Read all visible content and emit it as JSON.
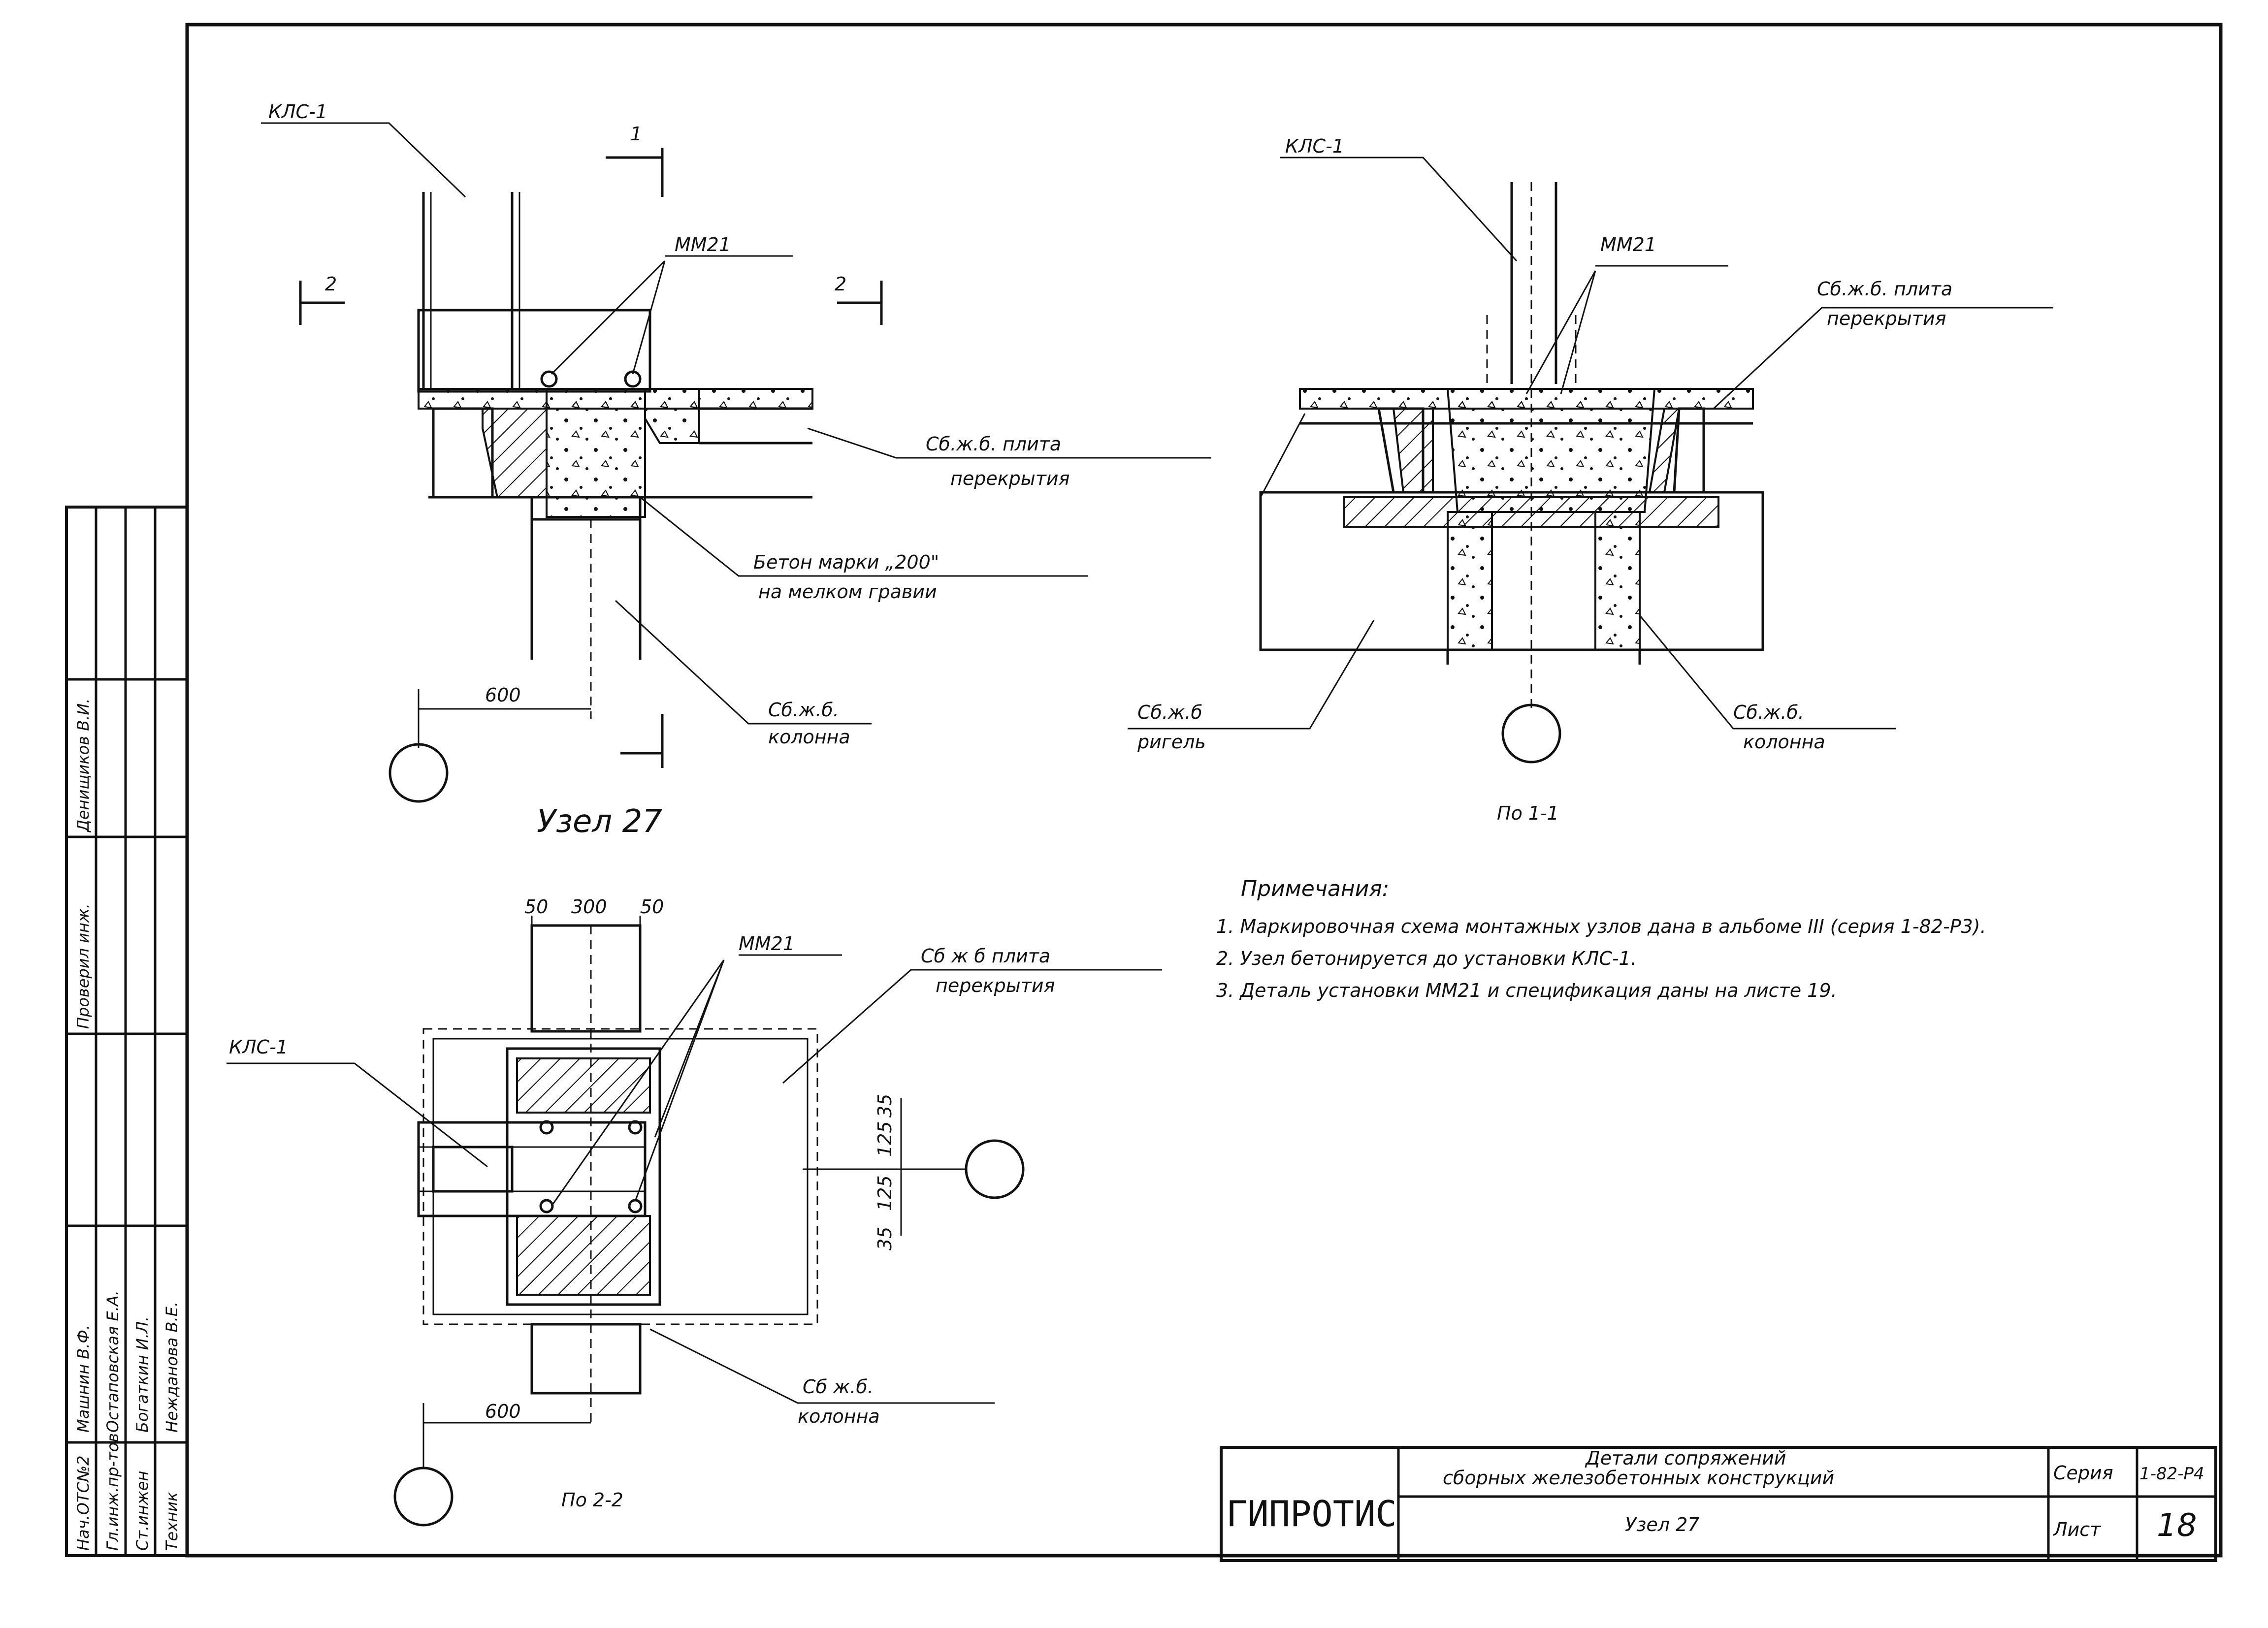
{
  "views": {
    "node": {
      "title": "Узел 27",
      "klc_label": "КЛС-1",
      "mm_label": "ММ21",
      "section_1": "1",
      "section_2": "2",
      "slab_label_1": "Сб.ж.б. плита",
      "slab_label_2": "перекрытия",
      "concrete_label_1": "Бетон марки „200\"",
      "concrete_label_2": "на мелком гравии",
      "column_label_1": "Сб.ж.б.",
      "column_label_2": "колонна",
      "dim_600": "600"
    },
    "section_1_1": {
      "title": "По 1-1",
      "klc_label": "КЛС-1",
      "mm_label": "ММ21",
      "slab_label_1": "Сб.ж.б. плита",
      "slab_label_2": "перекрытия",
      "beam_label_1": "Сб.ж.б",
      "beam_label_2": "ригель",
      "column_label_1": "Сб.ж.б.",
      "column_label_2": "колонна"
    },
    "section_2_2": {
      "title": "По 2-2",
      "klc_label": "КЛС-1",
      "mm_label": "ММ21",
      "slab_label_1": "Сб ж б плита",
      "slab_label_2": "перекрытия",
      "column_label_1": "Сб ж.б.",
      "column_label_2": "колонна",
      "dim_top": [
        "50",
        "300",
        "50"
      ],
      "dim_side": [
        "35",
        "125",
        "125",
        "35"
      ],
      "dim_600": "600"
    }
  },
  "notes": {
    "heading": "Примечания:",
    "items": [
      "1. Маркировочная схема монтажных узлов дана в альбоме III (серия 1-82-Р3).",
      "2. Узел бетонируется до установки КЛС-1.",
      "3. Деталь установки ММ21 и спецификация даны на листе 19."
    ]
  },
  "stamp": {
    "org": "ГИПРОТИС",
    "title_1": "Детали сопряжений",
    "title_2": "сборных железобетонных конструкций",
    "subtitle": "Узел 27",
    "series_label": "Серия",
    "series_value": "1-82-Р4",
    "sheet_label": "Лист",
    "sheet_value": "18"
  },
  "side_table": {
    "roles": [
      "Нач.ОТС№2",
      "Гл.инж.пр-тов",
      "Ст.инжен",
      "Техник",
      "Проверил инж."
    ],
    "names": [
      "Машнин В.Ф.",
      "Остаповская Е.А.",
      "Богаткин И.Л.",
      "Нежданова В.Е.",
      "Денищиков В.И."
    ]
  }
}
